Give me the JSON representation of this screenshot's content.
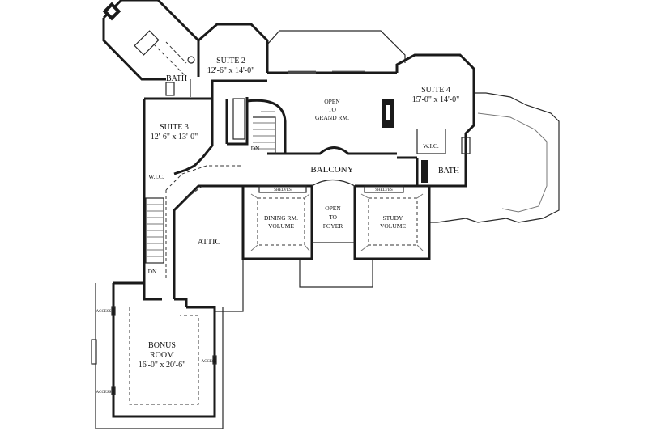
{
  "rooms": {
    "suite2": {
      "name": "SUITE 2",
      "dims": "12'-6\" x 14'-0\""
    },
    "suite3": {
      "name": "SUITE 3",
      "dims": "12'-6\" x 13'-0\""
    },
    "suite4": {
      "name": "SUITE 4",
      "dims": "15'-0\" x 14'-0\""
    },
    "bath_left": {
      "name": "BATH"
    },
    "bath_right": {
      "name": "BATH"
    },
    "open_grand": {
      "line1": "OPEN",
      "line2": "TO",
      "line3": "GRAND RM."
    },
    "balcony": {
      "name": "BALCONY"
    },
    "wic_left": {
      "name": "W.I.C."
    },
    "wic_right": {
      "name": "W.I.C."
    },
    "dining": {
      "line1": "DINING RM.",
      "line2": "VOLUME"
    },
    "foyer": {
      "line1": "OPEN",
      "line2": "TO",
      "line3": "FOYER"
    },
    "study": {
      "line1": "STUDY",
      "line2": "VOLUME"
    },
    "shelves_left": {
      "name": "SHELVES"
    },
    "shelves_right": {
      "name": "SHELVES"
    },
    "attic": {
      "name": "ATTIC"
    },
    "bonus": {
      "line1": "BONUS",
      "line2": "ROOM",
      "dims": "16'-0\" x 20'-6\""
    },
    "stair_top": {
      "dn": "DN"
    },
    "stair_left": {
      "dn": "DN"
    },
    "access_1": {
      "name": "ACCESS"
    },
    "access_2": {
      "name": "ACCESS"
    },
    "access_3": {
      "name": "ACCESS"
    }
  }
}
